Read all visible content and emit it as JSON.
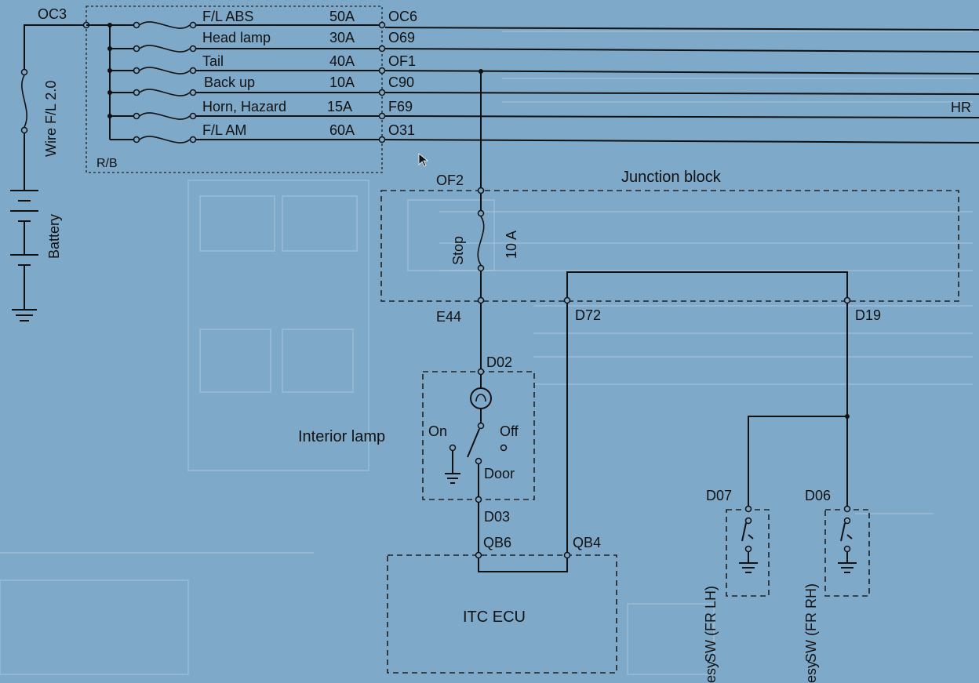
{
  "diagram": {
    "connectors": {
      "oc3": "OC3",
      "oc6": "OC6",
      "o69": "O69",
      "of1": "OF1",
      "c90": "C90",
      "f69": "F69",
      "o31": "O31",
      "of2": "OF2",
      "e44": "E44",
      "d72": "D72",
      "d19": "D19",
      "d02": "D02",
      "d03": "D03",
      "qb6": "QB6",
      "qb4": "QB4",
      "d07": "D07",
      "d06": "D06"
    },
    "fuses": [
      {
        "name": "F/L  ABS",
        "rating": "50A"
      },
      {
        "name": "Head lamp",
        "rating": "30A"
      },
      {
        "name": "Tail",
        "rating": "40A"
      },
      {
        "name": "Back up",
        "rating": "10A"
      },
      {
        "name": "Horn, Hazard",
        "rating": "15A"
      },
      {
        "name": "F/L  AM",
        "rating": "60A"
      }
    ],
    "labels": {
      "rb": "R/B",
      "wire_fl": "Wire F/L 2.0",
      "battery": "Battery",
      "junction_block": "Junction block",
      "stop": "Stop",
      "stop_rating": "10 A",
      "interior_lamp": "Interior lamp",
      "on": "On",
      "off": "Off",
      "door": "Door",
      "itc_ecu": "ITC ECU",
      "hr": "HR",
      "sw_lh": "SW (FR LH)",
      "sw_rh": "SW (FR RH)",
      "esy_lh": "esy",
      "esy_rh": "esy"
    }
  }
}
